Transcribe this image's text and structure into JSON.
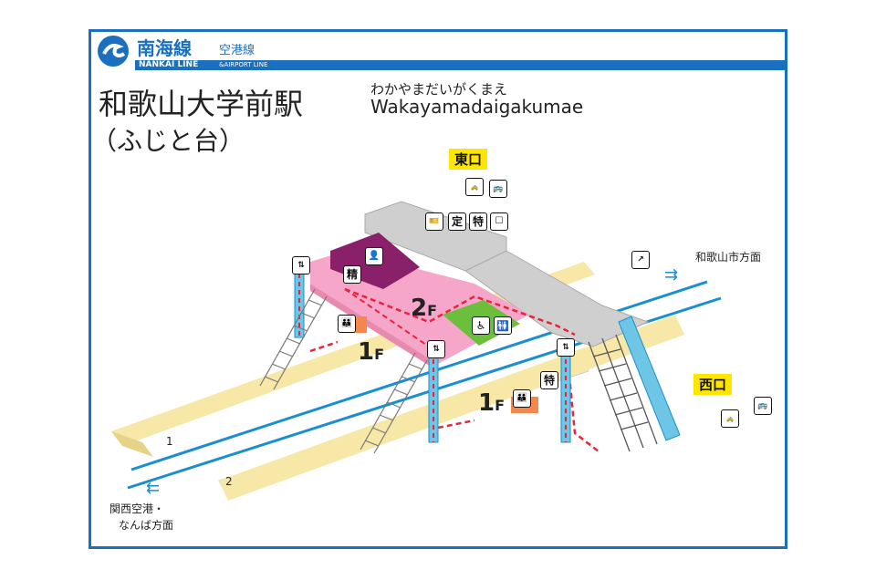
{
  "header": {
    "line_name": "南海線",
    "airport_line": "空港線",
    "line_name_en": "NANKAI LINE",
    "airport_line_en": "&AIRPORT LINE",
    "brand_color": "#1a6fbf"
  },
  "station": {
    "name_jp": "和歌山大学前駅",
    "name_kana": "わかやまだいがくまえ",
    "name_en": "Wakayamadaigakumae",
    "subname": "（ふじと台）"
  },
  "exits": {
    "east": "東口",
    "west": "西口"
  },
  "floors": {
    "upper": "2",
    "lower_left": "1",
    "lower_right": "1",
    "suffix": "F"
  },
  "platforms": {
    "track1": "1",
    "track2": "2"
  },
  "directions": {
    "to_wakayama": "和歌山市方面",
    "to_kansai_line1": "関西空港・",
    "to_kansai_line2": "なんば方面"
  },
  "facility_labels": {
    "fare_adjust": "精",
    "commuter_pass": "定",
    "limited_express": "特",
    "limited_express_2f": "特",
    "taxi": "TAXI"
  },
  "colors": {
    "platform": "#f8e8a8",
    "concourse": "#cfcfcf",
    "ticket_gate_area": "#f6a6c8",
    "office": "#8a1f6a",
    "toilet_area": "#6cbf3c",
    "elevator": "#6ec6e6",
    "route": "#e8243c",
    "track": "#1a8fd0",
    "label_bg": "#ffe600"
  },
  "icons": [
    "taxi-icon",
    "bus-icon",
    "ticket-machine-icon",
    "commuter-pass-icon",
    "limited-express-icon",
    "shop-icon",
    "staff-icon",
    "elevator-icon",
    "escalator-icon",
    "wheelchair-icon",
    "toilet-icon",
    "accessible-toilet-icon"
  ]
}
